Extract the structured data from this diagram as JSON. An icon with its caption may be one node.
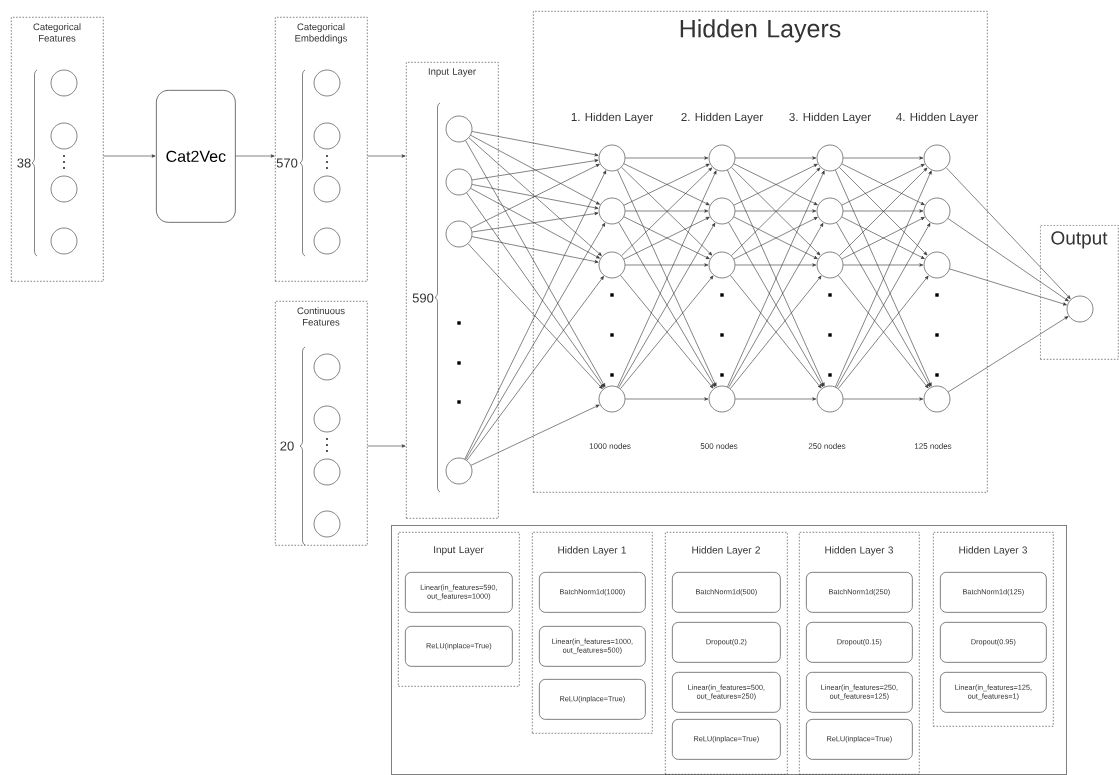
{
  "diagram": {
    "nodes": [
      {
        "text": [
          "Categorical Features"
        ]
      },
      {
        "text": [],
        "shape": "circle",
        "in": 0
      },
      {
        "text": [],
        "shape": "circle",
        "in": 0
      },
      {
        "text": [],
        "shape": "circle",
        "in": 0
      },
      {
        "text": [],
        "shape": "circle",
        "in": 0
      },
      {
        "text": [
          "Cat2Vec"
        ]
      },
      {
        "text": [
          "Categorical Embeddings"
        ]
      },
      {
        "text": [],
        "shape": "circle",
        "in": 6
      },
      {
        "text": [],
        "shape": "circle",
        "in": 6
      },
      {
        "text": [],
        "shape": "circle",
        "in": 6
      },
      {
        "text": [],
        "shape": "circle",
        "in": 6
      },
      {
        "text": [
          "Continuous Features"
        ]
      },
      {
        "text": [],
        "shape": "circle",
        "in": 11
      },
      {
        "text": [],
        "shape": "circle",
        "in": 11
      },
      {
        "text": [],
        "shape": "circle",
        "in": 11
      },
      {
        "text": [],
        "shape": "circle",
        "in": 11
      },
      {
        "text": [
          "Input Layer"
        ]
      },
      {
        "text": [],
        "shape": "circle",
        "in": 16
      },
      {
        "text": [],
        "shape": "circle",
        "in": 16
      },
      {
        "text": [],
        "shape": "circle",
        "in": 16
      },
      {
        "text": [],
        "shape": "circle",
        "in": 16
      },
      {
        "text": [
          "Hidden Layers"
        ]
      },
      {
        "text": [],
        "shape": "circle",
        "in": 21
      },
      {
        "text": [],
        "shape": "circle",
        "in": 21
      },
      {
        "text": [],
        "shape": "circle",
        "in": 21
      },
      {
        "text": [],
        "shape": "circle",
        "in": 21
      },
      {
        "text": [],
        "shape": "circle",
        "in": 21
      },
      {
        "text": [],
        "shape": "circle",
        "in": 21
      },
      {
        "text": [],
        "shape": "circle",
        "in": 21
      },
      {
        "text": [],
        "shape": "circle",
        "in": 21
      },
      {
        "text": [],
        "shape": "circle",
        "in": 21
      },
      {
        "text": [],
        "shape": "circle",
        "in": 21
      },
      {
        "text": [],
        "shape": "circle",
        "in": 21
      },
      {
        "text": [],
        "shape": "circle",
        "in": 21
      },
      {
        "text": [],
        "shape": "circle",
        "in": 21
      },
      {
        "text": [],
        "shape": "circle",
        "in": 21
      },
      {
        "text": [],
        "shape": "circle",
        "in": 21
      },
      {
        "text": [],
        "shape": "circle",
        "in": 21
      },
      {
        "text": [
          "Output"
        ]
      },
      {
        "text": [],
        "shape": "circle",
        "in": 38
      },
      {
        "text": [],
        "shape": "box"
      },
      {
        "text": [
          "Input Layer"
        ],
        "in": 40
      },
      {
        "text": [
          "Linear(in_features=590, out_features=1000)"
        ],
        "in": 41
      },
      {
        "text": [
          "ReLU(inplace=True)"
        ],
        "in": 41
      },
      {
        "text": [
          "Hidden Layer 1"
        ],
        "in": 40
      },
      {
        "text": [
          "BatchNorm1d(1000)"
        ],
        "in": 44
      },
      {
        "text": [
          "Linear(in_features=1000, out_features=500)"
        ],
        "in": 44
      },
      {
        "text": [
          "ReLU(inplace=True)"
        ],
        "in": 44
      },
      {
        "text": [
          "Hidden Layer 2"
        ],
        "in": 40
      },
      {
        "text": [
          "BatchNorm1d(500)"
        ],
        "in": 48
      },
      {
        "text": [
          "Dropout(0.2)"
        ],
        "in": 48
      },
      {
        "text": [
          "Linear(in_features=500, out_features=250)"
        ],
        "in": 48
      },
      {
        "text": [
          "ReLU(inplace=True)"
        ],
        "in": 48
      },
      {
        "text": [
          "Hidden Layer 3"
        ],
        "in": 40
      },
      {
        "text": [
          "BatchNorm1d(250)"
        ],
        "in": 53
      },
      {
        "text": [
          "Dropout(0.15)"
        ],
        "in": 53
      },
      {
        "text": [
          "Linear(in_features=250, out_features=125)"
        ],
        "in": 53
      },
      {
        "text": [
          "ReLU(inplace=True)"
        ],
        "in": 53
      },
      {
        "text": [
          "Hidden Layer 3"
        ],
        "in": 40
      },
      {
        "text": [
          "BatchNorm1d(125)"
        ],
        "in": 58
      },
      {
        "text": [
          "Dropout(0.95)"
        ],
        "in": 58
      },
      {
        "text": [
          "Linear(in_features=125, out_features=1)"
        ],
        "in": 58
      }
    ],
    "edges": [
      {
        "from": 0,
        "to": 5,
        "arrow": "to"
      },
      {
        "from": 5,
        "to": 6,
        "arrow": "to"
      },
      {
        "from": 6,
        "to": 16,
        "arrow": "to"
      },
      {
        "from": 11,
        "to": 16,
        "arrow": "to"
      },
      {
        "from": 17,
        "to": 22,
        "arrow": "to"
      },
      {
        "from": 17,
        "to": 23,
        "arrow": "to"
      },
      {
        "from": 17,
        "to": 24,
        "arrow": "to"
      },
      {
        "from": 17,
        "to": 25,
        "arrow": "to"
      },
      {
        "from": 18,
        "to": 22,
        "arrow": "to"
      },
      {
        "from": 18,
        "to": 23,
        "arrow": "to"
      },
      {
        "from": 18,
        "to": 24,
        "arrow": "to"
      },
      {
        "from": 18,
        "to": 25,
        "arrow": "to"
      },
      {
        "from": 19,
        "to": 22,
        "arrow": "to"
      },
      {
        "from": 19,
        "to": 23,
        "arrow": "to"
      },
      {
        "from": 19,
        "to": 24,
        "arrow": "to"
      },
      {
        "from": 19,
        "to": 25,
        "arrow": "to"
      },
      {
        "from": 20,
        "to": 22,
        "arrow": "to"
      },
      {
        "from": 20,
        "to": 23,
        "arrow": "to"
      },
      {
        "from": 20,
        "to": 24,
        "arrow": "to"
      },
      {
        "from": 20,
        "to": 25,
        "arrow": "to"
      },
      {
        "from": 22,
        "to": 26,
        "arrow": "to"
      },
      {
        "from": 22,
        "to": 27,
        "arrow": "to"
      },
      {
        "from": 22,
        "to": 28,
        "arrow": "to"
      },
      {
        "from": 22,
        "to": 29,
        "arrow": "to"
      },
      {
        "from": 23,
        "to": 26,
        "arrow": "to"
      },
      {
        "from": 23,
        "to": 27,
        "arrow": "to"
      },
      {
        "from": 23,
        "to": 28,
        "arrow": "to"
      },
      {
        "from": 23,
        "to": 29,
        "arrow": "to"
      },
      {
        "from": 24,
        "to": 26,
        "arrow": "to"
      },
      {
        "from": 24,
        "to": 27,
        "arrow": "to"
      },
      {
        "from": 24,
        "to": 28,
        "arrow": "to"
      },
      {
        "from": 24,
        "to": 29,
        "arrow": "to"
      },
      {
        "from": 25,
        "to": 26,
        "arrow": "to"
      },
      {
        "from": 25,
        "to": 27,
        "arrow": "to"
      },
      {
        "from": 25,
        "to": 28,
        "arrow": "to"
      },
      {
        "from": 25,
        "to": 29,
        "arrow": "to"
      },
      {
        "from": 26,
        "to": 30,
        "arrow": "to"
      },
      {
        "from": 26,
        "to": 31,
        "arrow": "to"
      },
      {
        "from": 26,
        "to": 32,
        "arrow": "to"
      },
      {
        "from": 26,
        "to": 33,
        "arrow": "to"
      },
      {
        "from": 27,
        "to": 30,
        "arrow": "to"
      },
      {
        "from": 27,
        "to": 31,
        "arrow": "to"
      },
      {
        "from": 27,
        "to": 32,
        "arrow": "to"
      },
      {
        "from": 27,
        "to": 33,
        "arrow": "to"
      },
      {
        "from": 28,
        "to": 30,
        "arrow": "to"
      },
      {
        "from": 28,
        "to": 31,
        "arrow": "to"
      },
      {
        "from": 28,
        "to": 32,
        "arrow": "to"
      },
      {
        "from": 28,
        "to": 33,
        "arrow": "to"
      },
      {
        "from": 29,
        "to": 30,
        "arrow": "to"
      },
      {
        "from": 29,
        "to": 31,
        "arrow": "to"
      },
      {
        "from": 29,
        "to": 32,
        "arrow": "to"
      },
      {
        "from": 29,
        "to": 33,
        "arrow": "to"
      },
      {
        "from": 30,
        "to": 34,
        "arrow": "to"
      },
      {
        "from": 30,
        "to": 35,
        "arrow": "to"
      },
      {
        "from": 30,
        "to": 36,
        "arrow": "to"
      },
      {
        "from": 30,
        "to": 37,
        "arrow": "to"
      },
      {
        "from": 31,
        "to": 34,
        "arrow": "to"
      },
      {
        "from": 31,
        "to": 35,
        "arrow": "to"
      },
      {
        "from": 31,
        "to": 36,
        "arrow": "to"
      },
      {
        "from": 31,
        "to": 37,
        "arrow": "to"
      },
      {
        "from": 32,
        "to": 34,
        "arrow": "to"
      },
      {
        "from": 32,
        "to": 35,
        "arrow": "to"
      },
      {
        "from": 32,
        "to": 36,
        "arrow": "to"
      },
      {
        "from": 32,
        "to": 37,
        "arrow": "to"
      },
      {
        "from": 33,
        "to": 34,
        "arrow": "to"
      },
      {
        "from": 33,
        "to": 35,
        "arrow": "to"
      },
      {
        "from": 33,
        "to": 36,
        "arrow": "to"
      },
      {
        "from": 33,
        "to": 37,
        "arrow": "to"
      },
      {
        "from": 34,
        "to": 39,
        "arrow": "to"
      },
      {
        "from": 35,
        "to": 39,
        "arrow": "to"
      },
      {
        "from": 36,
        "to": 39,
        "arrow": "to"
      },
      {
        "from": 37,
        "to": 39,
        "arrow": "to"
      }
    ],
    "labels": [
      "38",
      "570",
      "590",
      "20",
      "1. Hidden Layer",
      "2. Hidden Layer",
      "3. Hidden Layer",
      "4. Hidden Layer",
      "1000 nodes",
      "500 nodes",
      "250 nodes",
      "125 nodes"
    ]
  }
}
